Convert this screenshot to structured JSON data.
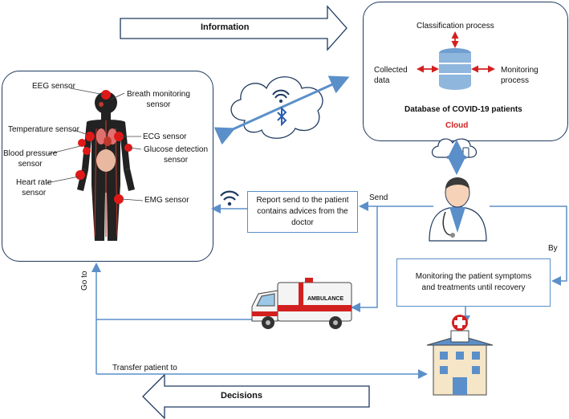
{
  "top_arrow": {
    "label": "Information"
  },
  "bottom_arrow": {
    "label": "Decisions"
  },
  "cloud_panel": {
    "classification": "Classification process",
    "collected": "Collected\ndata",
    "monitoring": "Monitoring\nprocess",
    "database": "Database of COVID-19 patients",
    "cloud": "Cloud"
  },
  "body_panel": {
    "eeg": "EEG sensor",
    "breath": "Breath monitoring\nsensor",
    "temperature": "Temperature sensor",
    "ecg": "ECG sensor",
    "blood_pressure": "Blood pressure\nsensor",
    "glucose": "Glucose detection\nsensor",
    "heart_rate": "Heart rate\nsensor",
    "emg": "EMG sensor"
  },
  "report_box": {
    "text": "Report send to the patient\ncontains advices from the\ndoctor"
  },
  "monitoring_box": {
    "text": "Monitoring the patient symptoms\nand treatments until recovery"
  },
  "labels": {
    "send": "Send",
    "by": "By",
    "go_to": "Go to",
    "transfer": "Transfer patient to",
    "ambulance": "AMBULANCE"
  },
  "colors": {
    "accent_blue": "#5b8fc9",
    "cloud_red": "#d22020",
    "panel_border": "#1f3a5f"
  }
}
